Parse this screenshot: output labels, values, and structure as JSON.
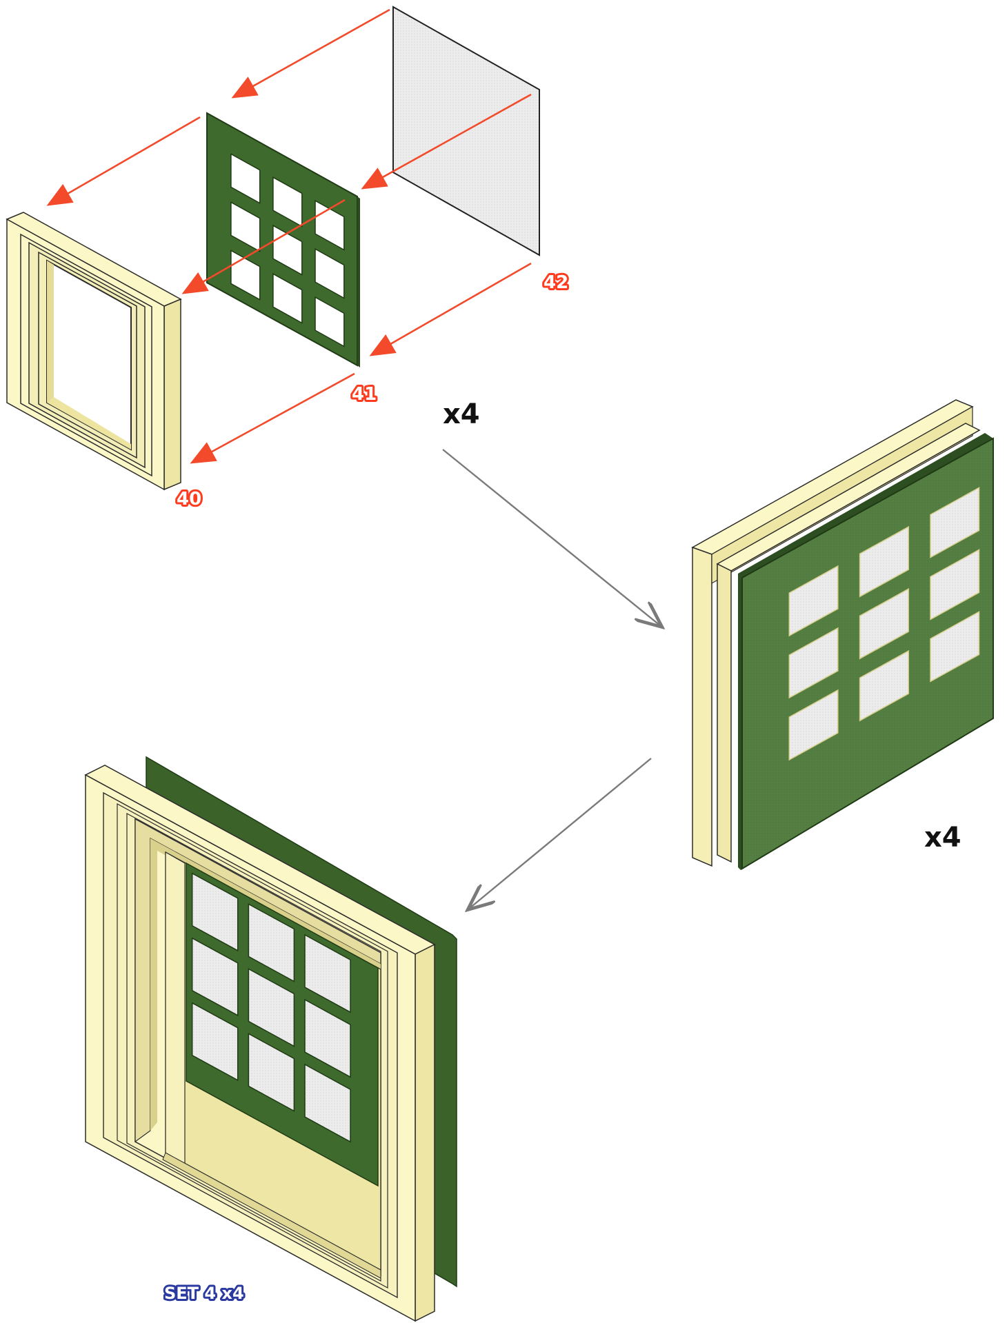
{
  "labels": {
    "part_40": "40",
    "part_41": "41",
    "part_42": "42",
    "qty_top": "x4",
    "qty_right": "x4",
    "set": "SET 4  x4"
  },
  "colors": {
    "frame_cream": "#fbf7c6",
    "frame_shade": "#ede6a4",
    "frame_dark": "#d8cf88",
    "sash_green": "#3f6a2e",
    "sash_green_face": "#4e7a3e",
    "glass": "#e8e8e8",
    "arrow_red": "#f24a2a",
    "arrow_grey": "#7a7a7a",
    "set_blue": "#2a3aa0"
  },
  "icons": {
    "frame": "window-frame",
    "sash": "muntin-sash",
    "glazing": "glass-pane"
  }
}
